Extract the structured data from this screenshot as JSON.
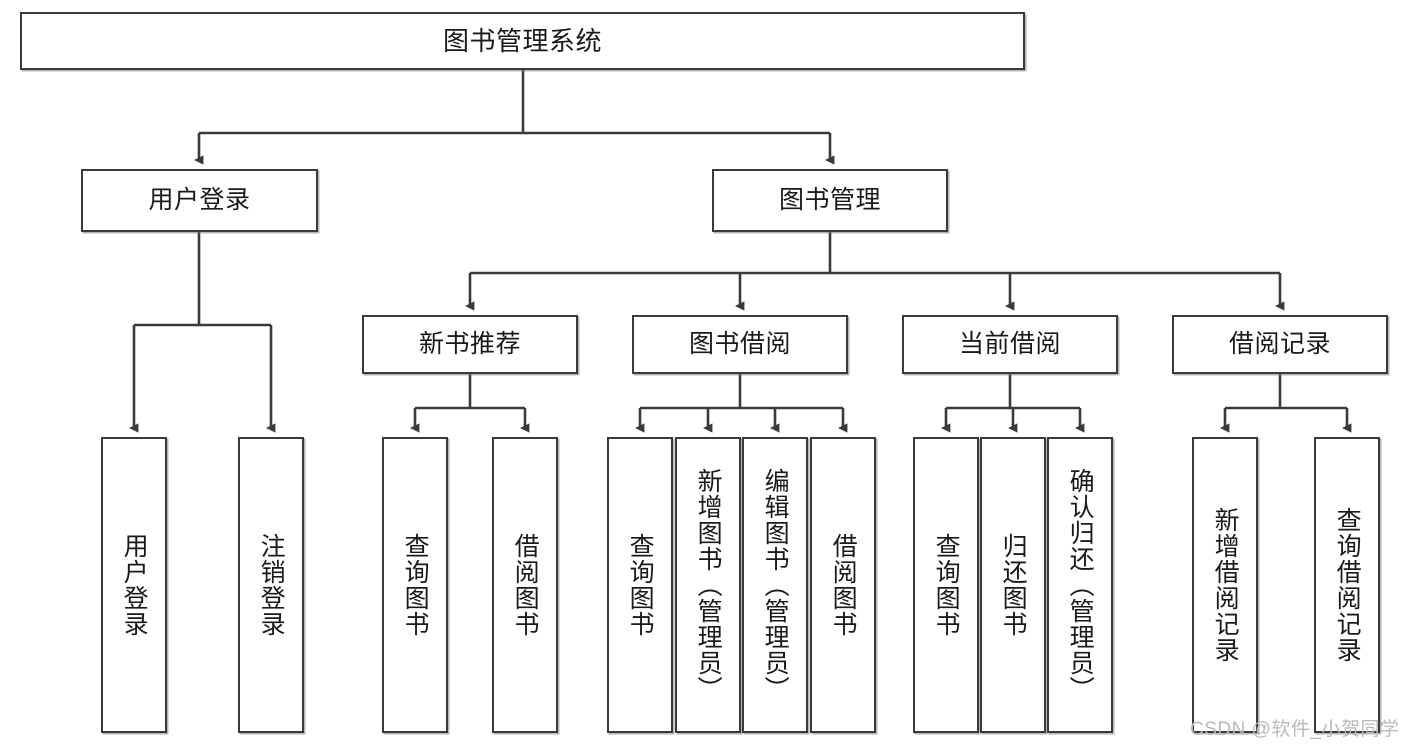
{
  "diagram": {
    "type": "tree",
    "title": "图书管理系统",
    "orientation": "top-down",
    "edge_color": "#3a3a3a",
    "node_border_color": "#3a3a3a",
    "node_fill_color": "#ffffff",
    "text_color": "#1a1a1a"
  },
  "root": {
    "label": "图书管理系统"
  },
  "level2": [
    {
      "label": "用户登录"
    },
    {
      "label": "图书管理"
    }
  ],
  "level3": [
    {
      "label": "新书推荐"
    },
    {
      "label": "图书借阅"
    },
    {
      "label": "当前借阅"
    },
    {
      "label": "借阅记录"
    }
  ],
  "leaves": {
    "user_login": [
      {
        "label": "用户登录"
      },
      {
        "label": "注销登录"
      }
    ],
    "new_book": [
      {
        "label": "查询图书"
      },
      {
        "label": "借阅图书"
      }
    ],
    "book_borrow": [
      {
        "label": "查询图书"
      },
      {
        "label": "新增图书（管理员）"
      },
      {
        "label": "编辑图书（管理员）"
      },
      {
        "label": "借阅图书"
      }
    ],
    "current_borrow": [
      {
        "label": "查询图书"
      },
      {
        "label": "归还图书"
      },
      {
        "label": "确认归还（管理员）"
      }
    ],
    "borrow_record": [
      {
        "label": "新增借阅记录"
      },
      {
        "label": "查询借阅记录"
      }
    ]
  },
  "watermark": {
    "text": "CSDN @软件_小贺同学"
  }
}
